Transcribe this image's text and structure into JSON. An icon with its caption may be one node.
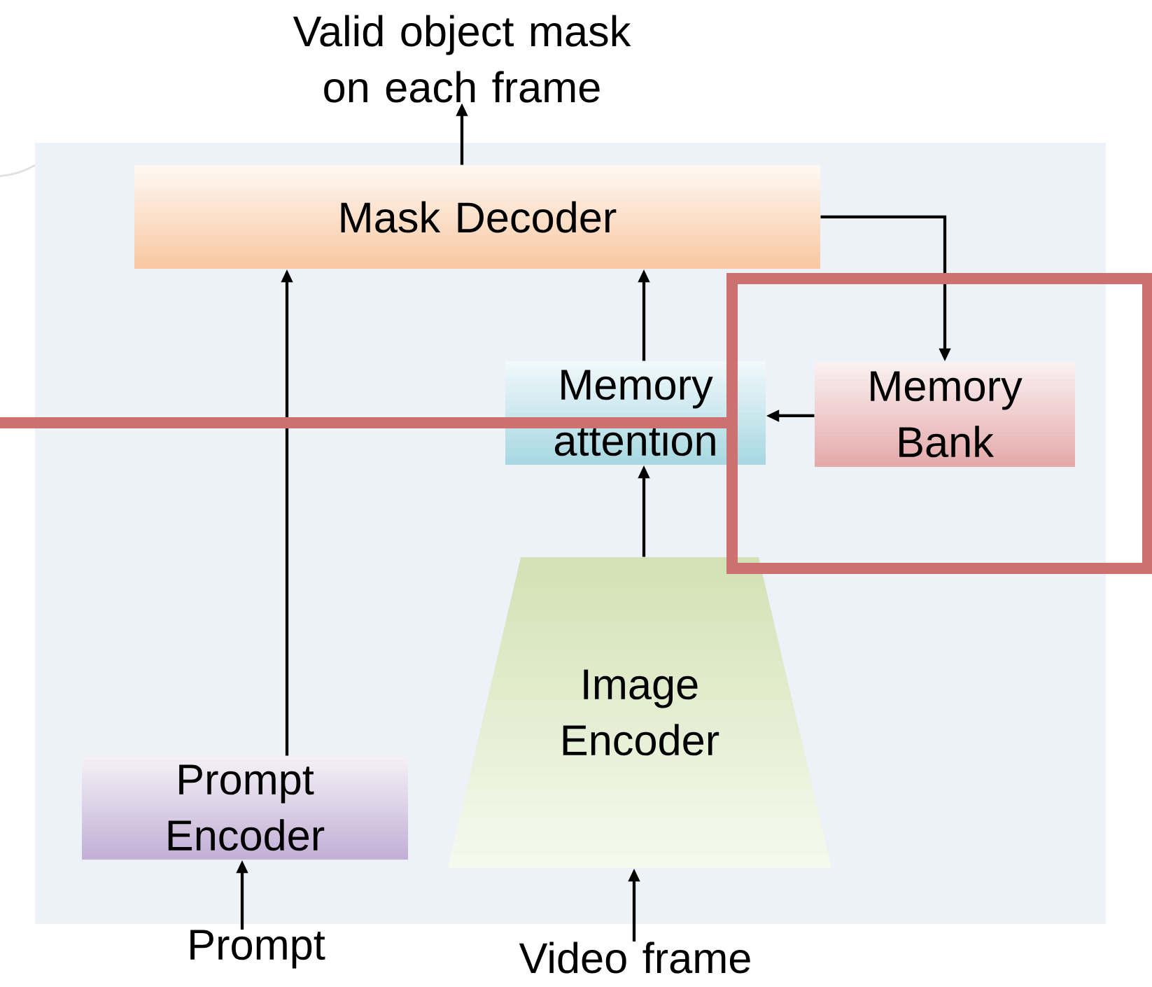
{
  "diagram": {
    "nodes": [
      {
        "text": [
          "Valid object mask on each frame"
        ]
      },
      {
        "text": [
          "Mask Decoder"
        ]
      },
      {
        "text": [
          "Memory attention"
        ]
      },
      {
        "text": [
          "Memory Bank"
        ]
      },
      {
        "text": [
          "Image Encoder"
        ]
      },
      {
        "text": [
          "Prompt Encoder"
        ]
      },
      {
        "text": [
          "Prompt"
        ]
      },
      {
        "text": [
          "Video frame"
        ]
      }
    ],
    "edges": [
      {
        "from": 1,
        "to": 0,
        "arrow": "to"
      },
      {
        "from": 5,
        "to": 1,
        "arrow": "to"
      },
      {
        "from": 2,
        "to": 1,
        "arrow": "to"
      },
      {
        "from": 4,
        "to": 2,
        "arrow": "to"
      },
      {
        "from": 3,
        "to": 2,
        "arrow": "to"
      },
      {
        "from": 1,
        "to": 3,
        "arrow": "to"
      },
      {
        "from": 6,
        "to": 5,
        "arrow": "to"
      },
      {
        "from": 7,
        "to": 4,
        "arrow": "to"
      }
    ]
  }
}
